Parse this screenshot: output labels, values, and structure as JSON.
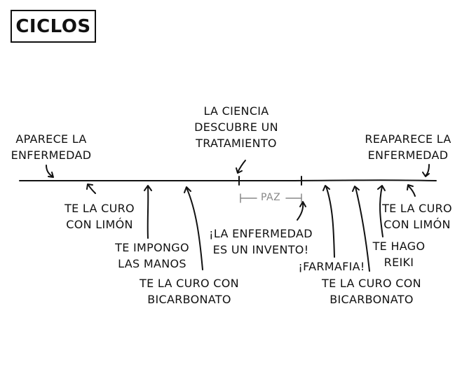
{
  "title": "CICLOS",
  "labels": {
    "appears": "APARECE LA\nENFERMEDAD",
    "science": "LA CIENCIA\nDESCUBRE UN\nTRATAMIENTO",
    "reappears": "REAPARECE LA\nENFERMEDAD",
    "lemon_left": "TE LA CURO\nCON LIMÓN",
    "hands": "TE IMPONGO\nLAS MANOS",
    "bicarb_left": "TE LA CURO CON\nBICARBONATO",
    "paz": "PAZ",
    "invented": "¡LA ENFERMEDAD\nES UN INVENTO!",
    "farmafia": "¡FARMAFIA!",
    "bicarb_right": "TE LA CURO CON\nBICARBONATO",
    "reiki": "TE HAGO\nREIKI",
    "lemon_right": "TE LA CURO\nCON LIMÓN"
  }
}
